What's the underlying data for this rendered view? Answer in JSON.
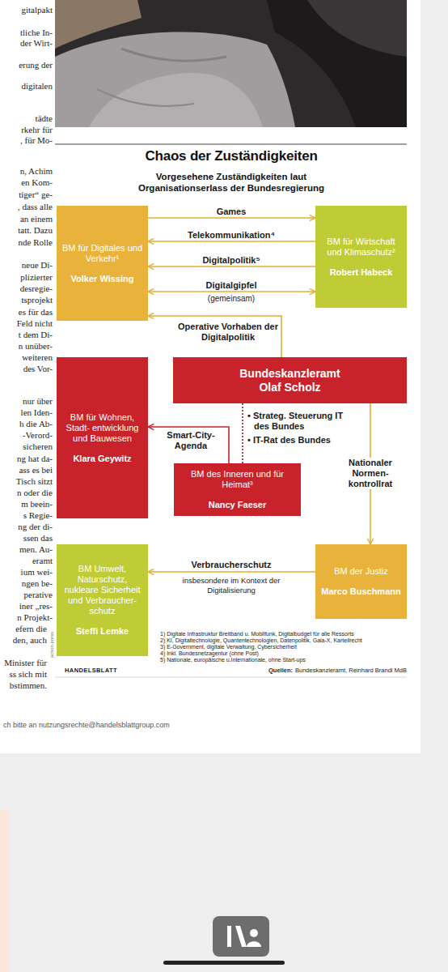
{
  "diagram": {
    "title": "Chaos der Zuständigkeiten",
    "nodes": [
      {
        "text": [
          "BM für Digitales und Verkehr¹",
          "Volker Wissing"
        ]
      },
      {
        "text": [
          "BM für Wirtschaft und Klimaschutz²",
          "Robert Habeck"
        ]
      },
      {
        "text": [
          "Bundeskanzleramt",
          "Olaf Scholz"
        ]
      },
      {
        "text": [
          "BM für Wohnen, Stadt- entwicklung und Bauwesen",
          "Klara Geywitz"
        ]
      },
      {
        "text": [
          "BM des Inneren und für Heimat³",
          "Nancy Faeser"
        ]
      },
      {
        "text": [
          "BM Umwelt, Naturschutz, nukleare Sicherheit und Verbraucher- schutz",
          "Steffi Lemke"
        ]
      },
      {
        "text": [
          "BM der Justiz",
          "Marco Buschmann"
        ]
      }
    ],
    "edges": [
      {
        "from": 0,
        "to": 1,
        "arrow": "to",
        "label": "Games"
      },
      {
        "from": 1,
        "to": 0,
        "arrow": "to",
        "label": "Telekommunikation⁴"
      },
      {
        "from": 1,
        "to": 0,
        "arrow": "to",
        "label": "Digitalpolitik⁵"
      },
      {
        "from": 0,
        "to": 1,
        "arrow": "both",
        "label": "Digitalgipfel"
      },
      {
        "from": 2,
        "to": 0,
        "arrow": "to",
        "label": "Operative Vorhaben der Digitalpolitik"
      },
      {
        "from": 4,
        "to": 3,
        "arrow": "to",
        "label": "Smart-City- Agenda"
      },
      {
        "from": 2,
        "to": 4,
        "arrow": "none",
        "label": "• Strateg. Steuerung IT des Bundes"
      },
      {
        "from": 2,
        "to": 6,
        "arrow": "to",
        "label": "Nationaler Normen- kontrollrat"
      },
      {
        "from": 6,
        "to": 5,
        "arrow": "to",
        "label": "Verbraucherschutz"
      }
    ],
    "labels": [
      "Vorgesehene Zuständigkeiten laut Organisationserlass der Bundesregierung",
      "(gemeinsam)",
      "• IT-Rat des Bundes",
      "insbesondere im Kontext der Digitalisierung",
      "1) Digitale Infrastruktur Breitband u. Mobilfunk, Digitalbudget für alle Ressorts",
      "2) KI, Digitaltechnologie, Quantentechnologien, Datenpolitik, Gaia-X, Kartellrecht",
      "3) E-Government, digitale Verwaltung, Cybersicherheit",
      "4) Inkl. Bundesnetzagentur (ohne Post)",
      "5) Nationale, europäische u.Internationale, ohne Start-ups",
      "HANDELSBLATT",
      "Quellen:",
      "Bundeskanzleramt, Reinhard Brandl MdB",
      "action press",
      "gitalpakt",
      "tliche In-",
      "der Wirt-",
      "erung der",
      "digitalen",
      "tädte",
      "rkehr für",
      ", für Mo-",
      "n, Achim",
      "en Kom-",
      "tiger“ ge-",
      ", dass alle",
      "an einem",
      "tatt. Dazu",
      "nde Rolle",
      "neue Di-",
      "plizierter",
      "desregie-",
      "tsprojekt",
      "es für das",
      "Feld nicht",
      "t dem Di-",
      "n unüber-",
      "weiteren",
      "des Vor-",
      "nur über",
      "len Iden-",
      "h die Ab-",
      "-Verord-",
      "sicheren",
      "ng hat da-",
      "ass es bei",
      "Tisch sitzt",
      "n oder die",
      "m beein-",
      "s Regie-",
      "ng der di-",
      "ssen das",
      "men. Au-",
      "eramt",
      "ium wei-",
      "ngen be-",
      "perative",
      "iner „res-",
      "n Projekt-",
      "efern die",
      "den, auch",
      "Minister für",
      "ss sich mit",
      "bstimmen.",
      "ch bitte an nutzungsrechte@handelsblattgroup.com"
    ]
  }
}
